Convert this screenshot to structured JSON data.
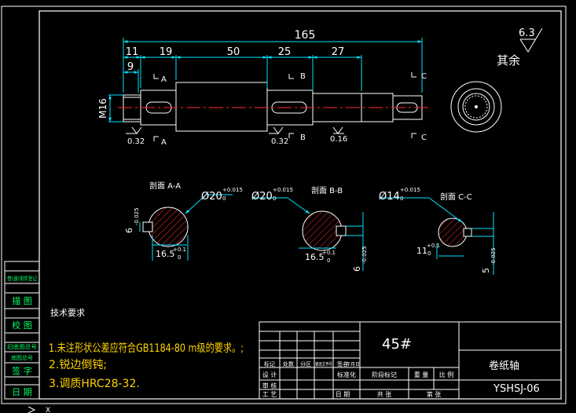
{
  "colors": {
    "background": "#000000",
    "frame": "#ffffff",
    "dimension": "#00e5ff",
    "centerline": "#ff2a2a",
    "hatch": "#ff2a2a",
    "cad_green": "#00ff66",
    "cad_yellow": "#ffd400"
  },
  "dimensions": {
    "total": "165",
    "d11": "11",
    "d19": "19",
    "d50": "50",
    "d25": "25",
    "d27": "27",
    "d9": "9",
    "m16": "M16",
    "rough1": "0.32",
    "rough2": "0.32",
    "rough3": "0.16"
  },
  "roughness": {
    "value": "6.3",
    "note": "其余"
  },
  "section_marks": {
    "a": "A",
    "b": "B",
    "c": "C"
  },
  "sections": {
    "aa": {
      "title": "剖面 A-A",
      "dia": "Ø20",
      "tol": "+0.015",
      "tol2": "0",
      "keyw": "6",
      "keyw_tol": "-0.025",
      "depth": "16.5",
      "depth_tol": "+0.1",
      "depth_tol2": "0"
    },
    "bb": {
      "title": "剖面 B-B",
      "dia": "Ø20",
      "tol": "+0.015",
      "tol2": "0",
      "keyw": "6",
      "keyw_tol": "-0.025",
      "depth": "16.5",
      "depth_tol": "+0.1",
      "depth_tol2": "0"
    },
    "cc": {
      "title": "剖面 C-C",
      "dia": "Ø14",
      "tol": "+0.015",
      "tol2": "0",
      "keyw": "5",
      "keyw_tol": "-0.025",
      "depth": "11",
      "depth_tol": "+0.1",
      "depth_tol2": "0"
    }
  },
  "tech_req": {
    "title": "技术要求",
    "lines": [
      "1.未注形状公差应符合GB1184-80 m级的要求。;",
      "2.锐边倒钝;",
      "3.调质HRC28-32."
    ]
  },
  "side_table": [
    "借(通)用件登记",
    "描 图",
    "校 图",
    "旧底图总号",
    "底图总号",
    "签 字",
    "日 期"
  ],
  "title_block": {
    "material": "45#",
    "part_name": "卷纸轴",
    "drawing_no": "YSHSJ-06",
    "row_labels": [
      "标记",
      "处数",
      "分区",
      "更改文件号",
      "签名",
      "年月日"
    ],
    "design_labels": [
      "设 计",
      "标准化",
      "阶段标记",
      "重 量",
      "比 例"
    ],
    "bottom_labels": [
      "审 核",
      "工 艺",
      "日 期",
      "共 张",
      "第 张"
    ]
  },
  "cursor": {
    "x": "X"
  }
}
